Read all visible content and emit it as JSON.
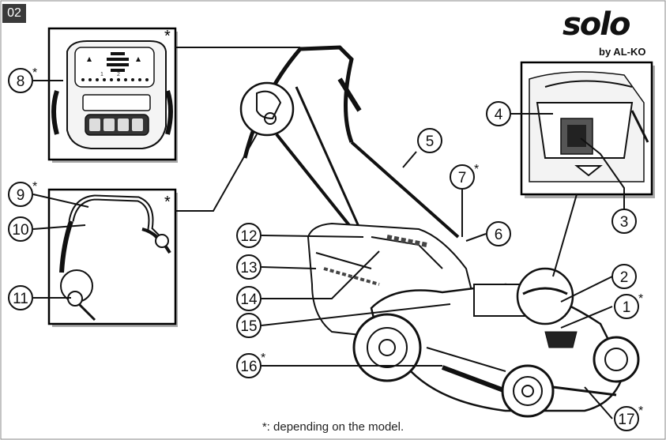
{
  "page_tag": "02",
  "brand": {
    "name": "solo",
    "sub": "by AL-KO"
  },
  "footnote": "*: depending on the model.",
  "asterisk": "*",
  "callouts": [
    {
      "n": "1",
      "star": true
    },
    {
      "n": "2",
      "star": false
    },
    {
      "n": "3",
      "star": false
    },
    {
      "n": "4",
      "star": false
    },
    {
      "n": "5",
      "star": false
    },
    {
      "n": "6",
      "star": false
    },
    {
      "n": "7",
      "star": true
    },
    {
      "n": "8",
      "star": true
    },
    {
      "n": "9",
      "star": true
    },
    {
      "n": "10",
      "star": false
    },
    {
      "n": "11",
      "star": false
    },
    {
      "n": "12",
      "star": false
    },
    {
      "n": "13",
      "star": false
    },
    {
      "n": "14",
      "star": false
    },
    {
      "n": "15",
      "star": false
    },
    {
      "n": "16",
      "star": true
    },
    {
      "n": "17",
      "star": true
    }
  ],
  "control_panel": {
    "scale_1": "1",
    "scale_2": "2"
  }
}
